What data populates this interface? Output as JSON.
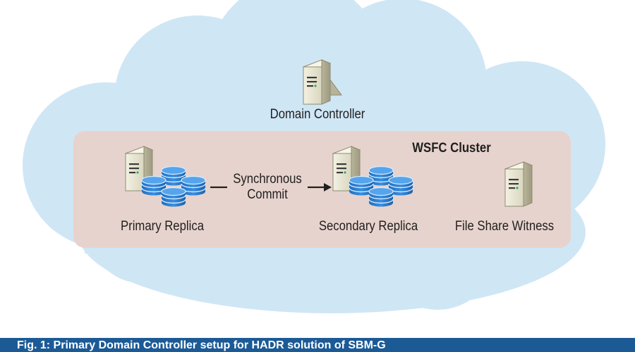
{
  "diagram": {
    "nodes": {
      "domain_controller": "Domain Controller",
      "cluster": "WSFC Cluster",
      "primary": "Primary Replica",
      "secondary": "Secondary Replica",
      "witness": "File Share Witness"
    },
    "edge_label_line1": "Synchronous",
    "edge_label_line2": "Commit"
  },
  "caption": "Fig. 1: Primary Domain Controller setup for HADR solution of SBM-G",
  "colors": {
    "cloud": "#cfe6f5",
    "cluster": "#e7d3cd",
    "database": "#2e7fd0",
    "server": "#e9e7d6",
    "caption_bar": "#1c5a96"
  },
  "icons": [
    "server-icon",
    "database-icon",
    "arrow-icon"
  ]
}
